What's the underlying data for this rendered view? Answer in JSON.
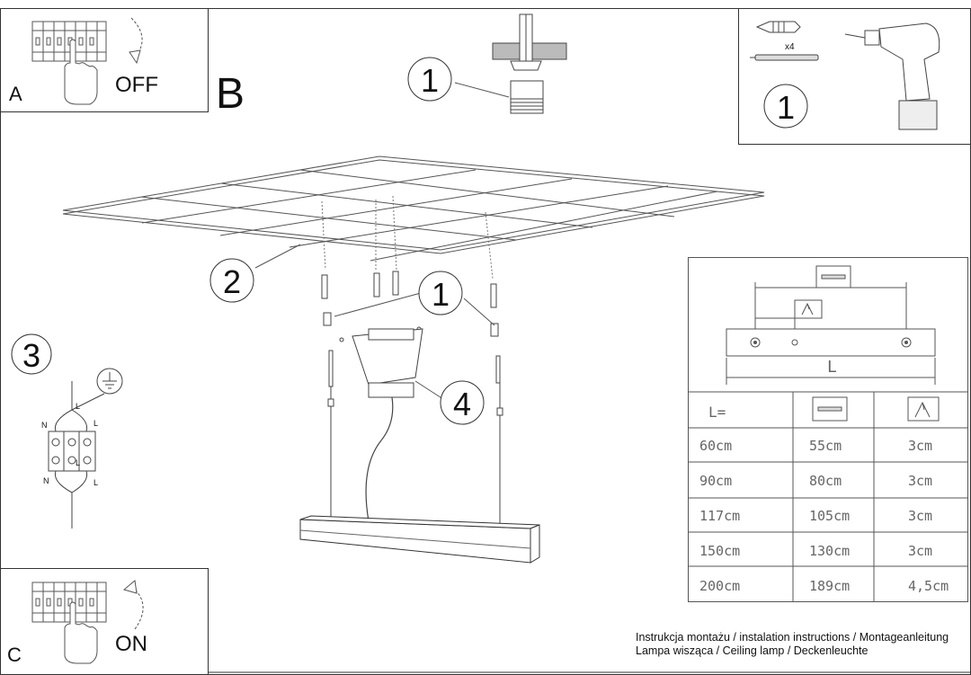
{
  "panels": {
    "a": {
      "letter": "A",
      "status": "OFF"
    },
    "b": {
      "letter": "B"
    },
    "c": {
      "letter": "C",
      "status": "ON"
    }
  },
  "callouts": {
    "anchor_detail": "1",
    "tools": "1",
    "ceiling": "2",
    "anchors": "1",
    "wiring": "3",
    "junction_box": "4"
  },
  "tools": {
    "plug_count": "x4"
  },
  "wiring": {
    "n_top": "N",
    "l_top_left": "L",
    "l_top_right": "L",
    "l_mid": "L",
    "n_bottom": "N",
    "l_bottom": "L"
  },
  "dimension_panel": {
    "length_label": "L"
  },
  "size_table": {
    "header_first": "L=",
    "header_icons": [
      "screw-icon",
      "hanger-icon"
    ],
    "rows": [
      [
        "60cm",
        "55cm",
        "3cm"
      ],
      [
        "90cm",
        "80cm",
        "3cm"
      ],
      [
        "117cm",
        "105cm",
        "3cm"
      ],
      [
        "150cm",
        "130cm",
        "3cm"
      ],
      [
        "200cm",
        "189cm",
        "4,5cm"
      ]
    ]
  },
  "footer": {
    "line1": "Instrukcja montażu / instalation instructions / Montageanleitung",
    "line2": "Lampa wisząca / Ceiling lamp / Deckenleuchte"
  }
}
